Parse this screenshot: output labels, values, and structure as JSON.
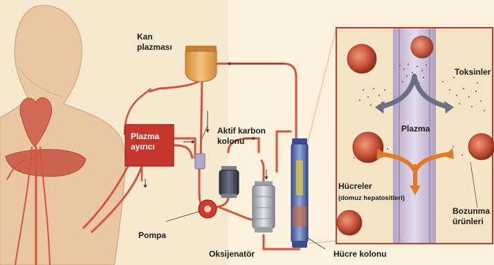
{
  "labels": {
    "kan_plazmasi": "Kan\nplazması",
    "plazma_ayirici": "Plazma\nayırıcı",
    "aktif_karbon": "Aktif karbon\nkolonu",
    "pompa": "Pompa",
    "oksijenator": "Oksijenatör",
    "hucre_kolonu": "Hücre kolonu",
    "toksinler": "Toksinler",
    "plazma": "Plazma",
    "hucreler": "Hücreler",
    "domuz": "(domuz hepatositleri)",
    "bozunma": "Bozunma\nürünleri"
  },
  "colors": {
    "background": "#fbf1dc",
    "skin": "#e9c7a2",
    "separator": "#c8372c",
    "tube": "#d8503e",
    "reservoir": "#e8ad5c",
    "inset_bg": "#f6e4c6",
    "inset_frame": "#c43a2c",
    "plasma_channel": "#c9bad3",
    "arrow_dark": "#6b6f86",
    "arrow_orange": "#e07a2a",
    "cell": "#c9553a"
  }
}
